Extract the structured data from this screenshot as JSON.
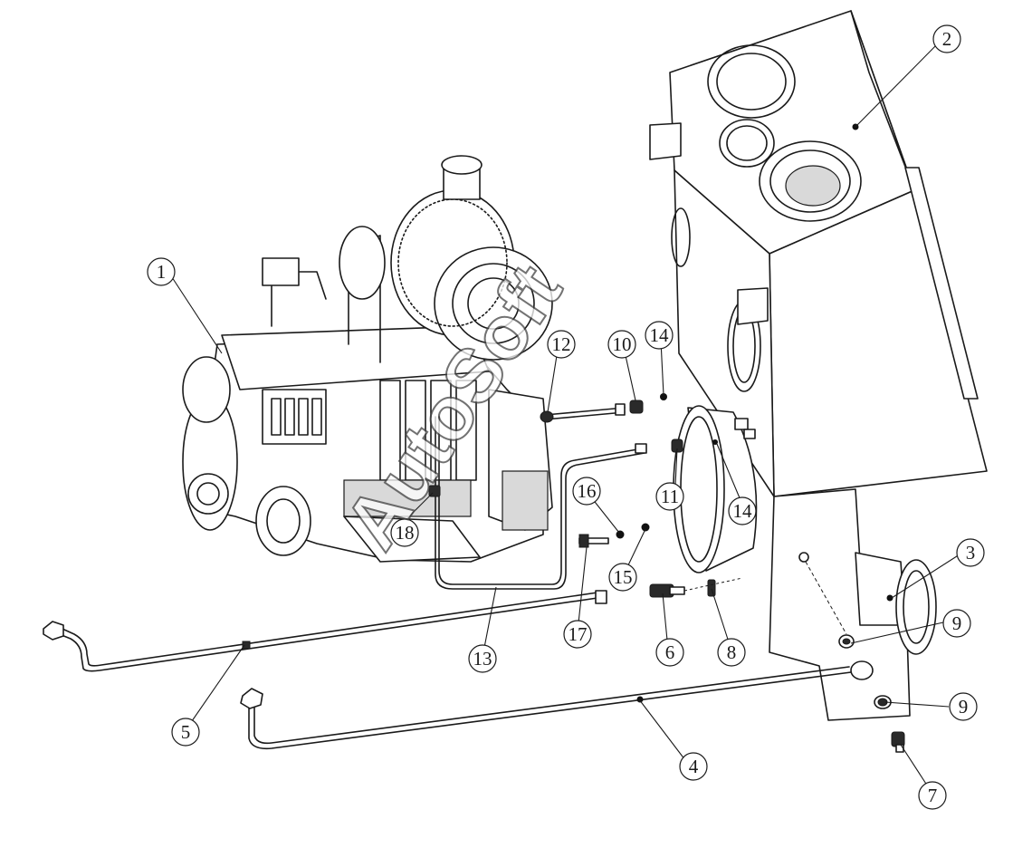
{
  "watermark": "AutoSoft",
  "callouts": [
    "1",
    "2",
    "3",
    "4",
    "5",
    "6",
    "7",
    "8",
    "9",
    "9",
    "10",
    "11",
    "12",
    "13",
    "14",
    "14",
    "15",
    "16",
    "17",
    "18"
  ],
  "palette": {
    "line": "#1a1a1a",
    "background": "#ffffff",
    "shade": "#d9d9d9"
  }
}
